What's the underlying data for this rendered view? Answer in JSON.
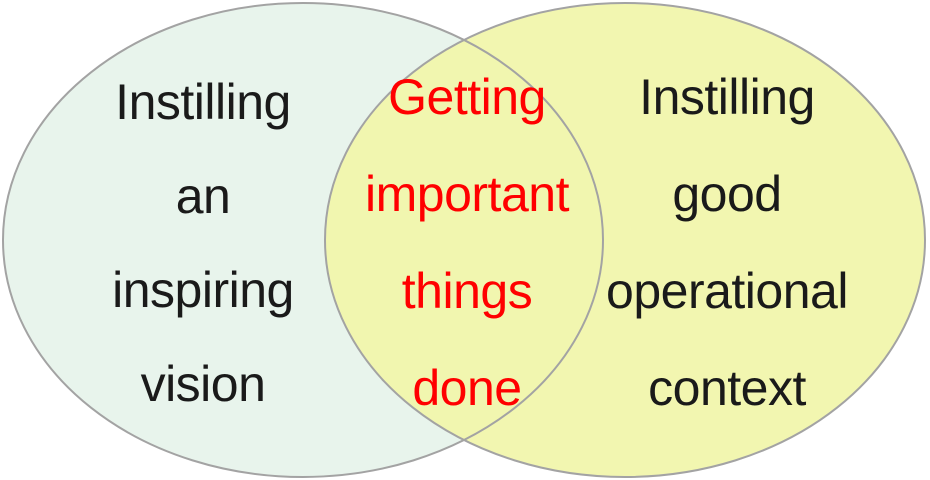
{
  "colors": {
    "background": "#ffffff",
    "outline": "#a3a3a3",
    "left_fill": "#e8f4ec",
    "right_fill": "#f1f5ab",
    "left_text_color": "#1a1a1a",
    "right_text_color": "#1a1a1a",
    "overlap_text_color": "#ff0000"
  },
  "venn": {
    "left": {
      "lines": [
        "Instilling",
        "an",
        "inspiring",
        "vision"
      ]
    },
    "overlap": {
      "lines": [
        "Getting",
        "important",
        "things",
        "done"
      ]
    },
    "right": {
      "lines": [
        "Instilling",
        "good",
        "operational",
        "context"
      ]
    }
  }
}
